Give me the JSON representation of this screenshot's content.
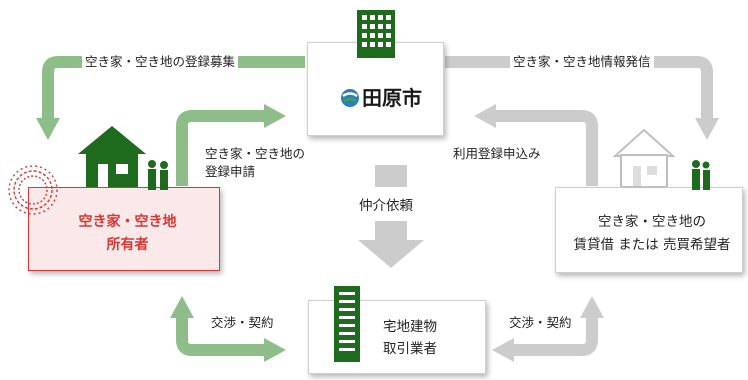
{
  "colors": {
    "green": "#8fbd8a",
    "dark_green": "#1e6b1e",
    "gray": "#cccccc",
    "red": "#d93636",
    "owner_fill": "#fbe9e9"
  },
  "city": {
    "name": "田原市",
    "logo_icon": "tahara-city-emblem-icon",
    "building_icon": "city-hall-building-icon"
  },
  "owner": {
    "line1": "空き家・空き地",
    "line2": "所有者",
    "house_icon": "house-icon",
    "people_icon": "people-icon"
  },
  "seekers": {
    "line1": "空き家・空き地の",
    "line2": "賃貸借 または 売買希望者",
    "house_icon": "house-icon",
    "people_icon": "people-icon"
  },
  "realtor": {
    "line1": "宅地建物",
    "line2": "取引業者",
    "building_icon": "office-building-icon"
  },
  "flows": {
    "recruit": "空き家・空き地の登録募集",
    "info": "空き家・空き地情報発信",
    "apply_line1": "空き家・空き地の",
    "apply_line2": "登録申請",
    "user_register": "利用登録申込み",
    "brokerage": "仲介依頼",
    "negotiation_left": "交渉・契約",
    "negotiation_right": "交渉・契約"
  }
}
